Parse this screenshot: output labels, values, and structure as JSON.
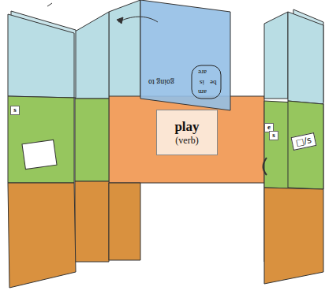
{
  "diagram": {
    "nodes": [
      {
        "text": [
          "play",
          "(verb)"
        ]
      },
      {
        "text": [
          "□/s"
        ]
      }
    ],
    "labels": [
      "s",
      "going to",
      "are",
      "is",
      "am",
      "be",
      "e",
      "s"
    ]
  }
}
